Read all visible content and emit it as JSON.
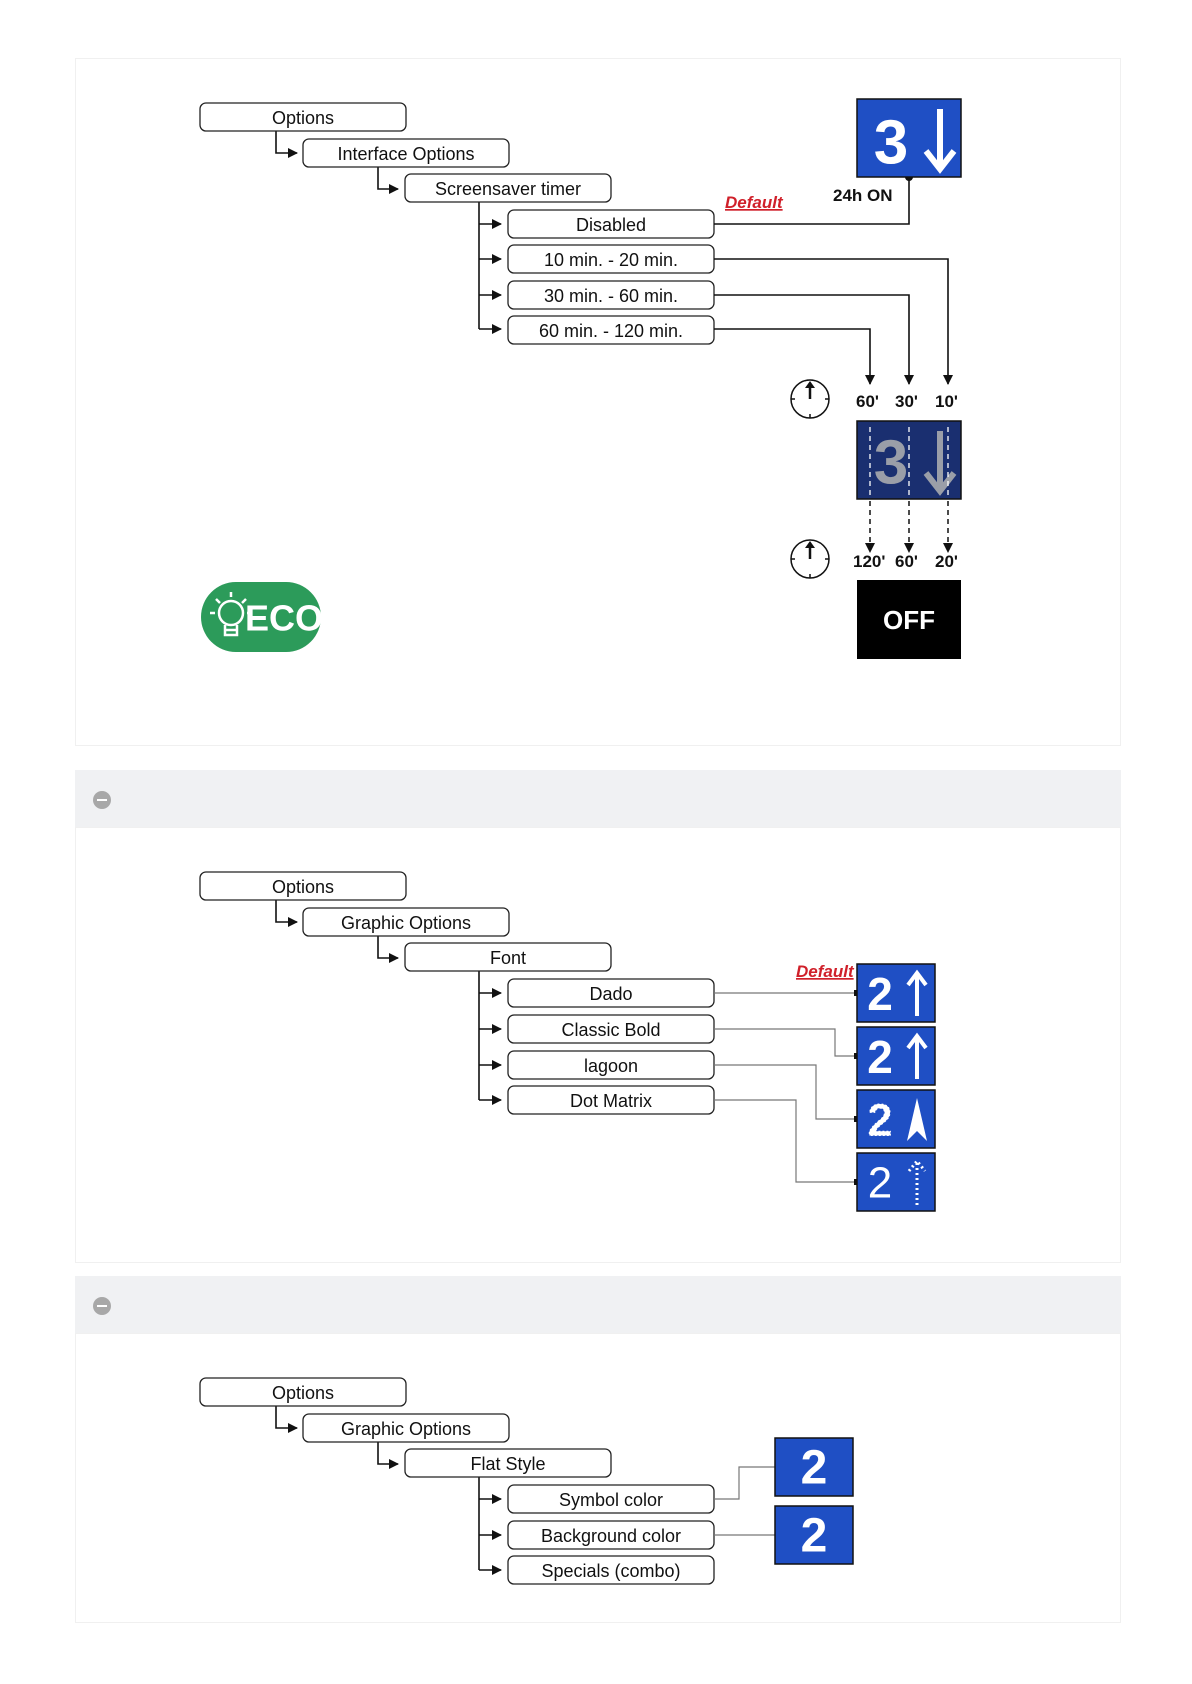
{
  "sections": [
    {
      "root": "Options",
      "level1": "Interface Options",
      "level2": "Screensaver timer",
      "items": [
        "Disabled",
        "10 min. - 20 min.",
        "30 min. - 60 min.",
        "60 min. - 120 min."
      ],
      "default_label": "Default",
      "on_label": "24h ON",
      "display_digit": "3",
      "dim_times": [
        "60'",
        "30'",
        "10'"
      ],
      "off_times": [
        "120'",
        "60'",
        "20'"
      ],
      "off_label": "OFF",
      "eco_label": "ECO"
    },
    {
      "root": "Options",
      "level1": "Graphic Options",
      "level2": "Font",
      "items": [
        "Dado",
        "Classic Bold",
        "lagoon",
        "Dot Matrix"
      ],
      "default_label": "Default",
      "display_digit": "2"
    },
    {
      "root": "Options",
      "level1": "Graphic Options",
      "level2": "Flat Style",
      "items": [
        "Symbol color",
        "Background color",
        "Specials (combo)"
      ],
      "display_digit": "2"
    }
  ],
  "colors": {
    "display_blue": "#1f4fc4",
    "dim_blue": "#1a2f70",
    "eco_green": "#2c9b5a",
    "default_red": "#d0202a"
  }
}
